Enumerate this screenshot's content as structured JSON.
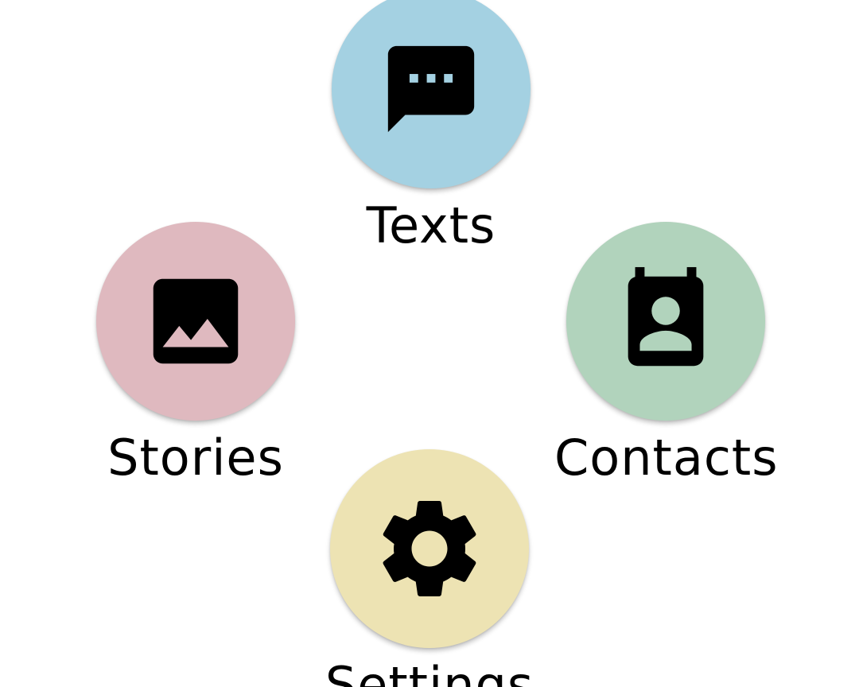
{
  "menu": {
    "items": [
      {
        "label": "Texts",
        "icon": "message-icon",
        "color": "#a4d1e2"
      },
      {
        "label": "Stories",
        "icon": "image-icon",
        "color": "#dfb9bf"
      },
      {
        "label": "Contacts",
        "icon": "contacts-icon",
        "color": "#b1d3bc"
      },
      {
        "label": "Settings",
        "icon": "gear-icon",
        "color": "#ede3b3"
      }
    ]
  }
}
